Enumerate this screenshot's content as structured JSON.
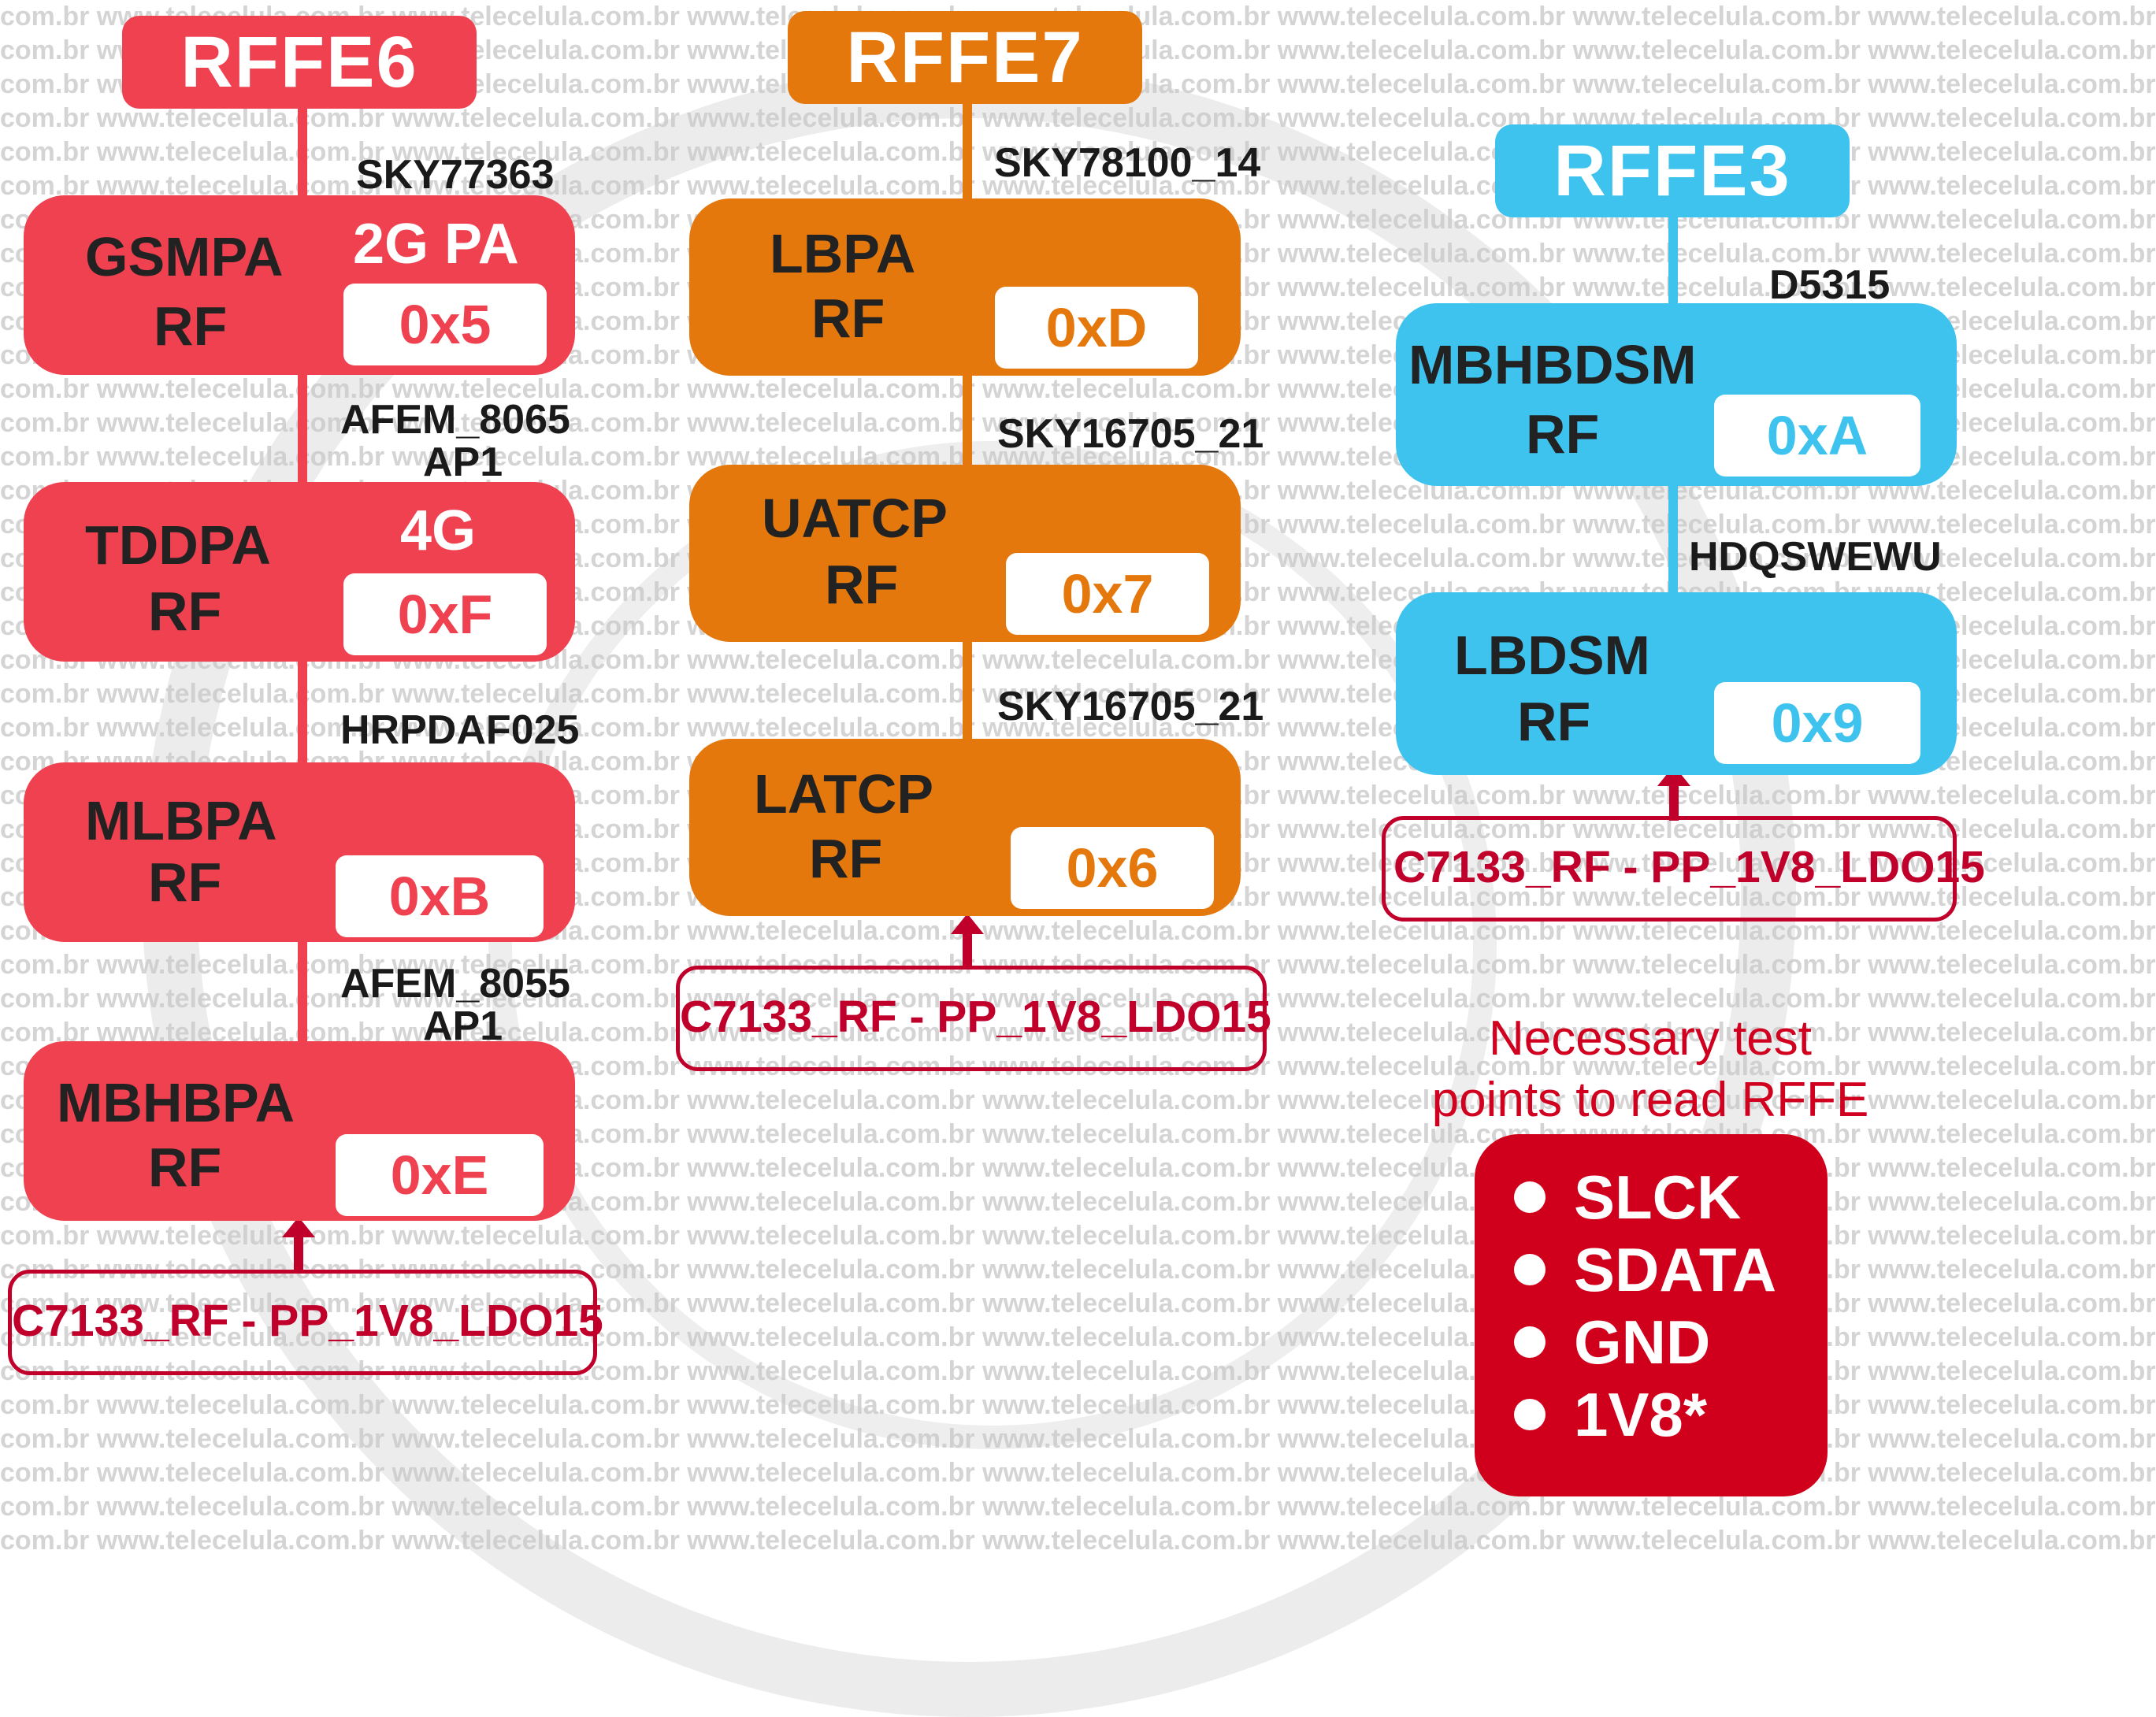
{
  "watermark": {
    "text": "com.br www.telecelula.com.br www.telecelula.com.br www.telecelula.com.br www.telecelula.com.br www.telecelula.com.br www.telecelula.com.br www.telecelula.com.br"
  },
  "colors": {
    "red": "#f04150",
    "orange": "#e4780c",
    "blue": "#3ec3ef",
    "test_red": "#d0001c"
  },
  "rffe6": {
    "header": "RFFE6",
    "chips": {
      "c1": "SKY77363",
      "c2_line1": "AFEM_8065",
      "c2_line2": "AP1",
      "c3": "HRPDAF025",
      "c4_line1": "AFEM_8055",
      "c4_line2": "AP1"
    },
    "blocks": {
      "gsmpa": {
        "name": "GSMPA",
        "rf": "RF",
        "extra": "2G PA",
        "addr": "0x5"
      },
      "tddpa": {
        "name": "TDDPA",
        "rf": "RF",
        "extra": "4G",
        "addr": "0xF"
      },
      "mlbpa": {
        "name": "MLBPA",
        "rf": "RF",
        "addr": "0xB"
      },
      "mbhbpa": {
        "name": "MBHBPA",
        "rf": "RF",
        "addr": "0xE"
      }
    },
    "testpoint": "C7133_RF - PP_1V8_LDO15"
  },
  "rffe7": {
    "header": "RFFE7",
    "chips": {
      "c1": "SKY78100_14",
      "c2": "SKY16705_21",
      "c3": "SKY16705_21"
    },
    "blocks": {
      "lbpa": {
        "name": "LBPA",
        "rf": "RF",
        "addr": "0xD"
      },
      "uatcp": {
        "name": "UATCP",
        "rf": "RF",
        "addr": "0x7"
      },
      "latcp": {
        "name": "LATCP",
        "rf": "RF",
        "addr": "0x6"
      }
    },
    "testpoint": "C7133_RF - PP_1V8_LDO15"
  },
  "rffe3": {
    "header": "RFFE3",
    "chips": {
      "c1": "D5315",
      "c2": "HDQSWEWU"
    },
    "blocks": {
      "mbhbdsm": {
        "name": "MBHBDSM",
        "rf": "RF",
        "addr": "0xA"
      },
      "lbdsm": {
        "name": "LBDSM",
        "rf": "RF",
        "addr": "0x9"
      }
    },
    "testpoint": "C7133_RF - PP_1V8_LDO15"
  },
  "test_note": {
    "line1": "Necessary test",
    "line2": "points to read RFFE"
  },
  "test_points": [
    "SLCK",
    "SDATA",
    "GND",
    "1V8*"
  ]
}
